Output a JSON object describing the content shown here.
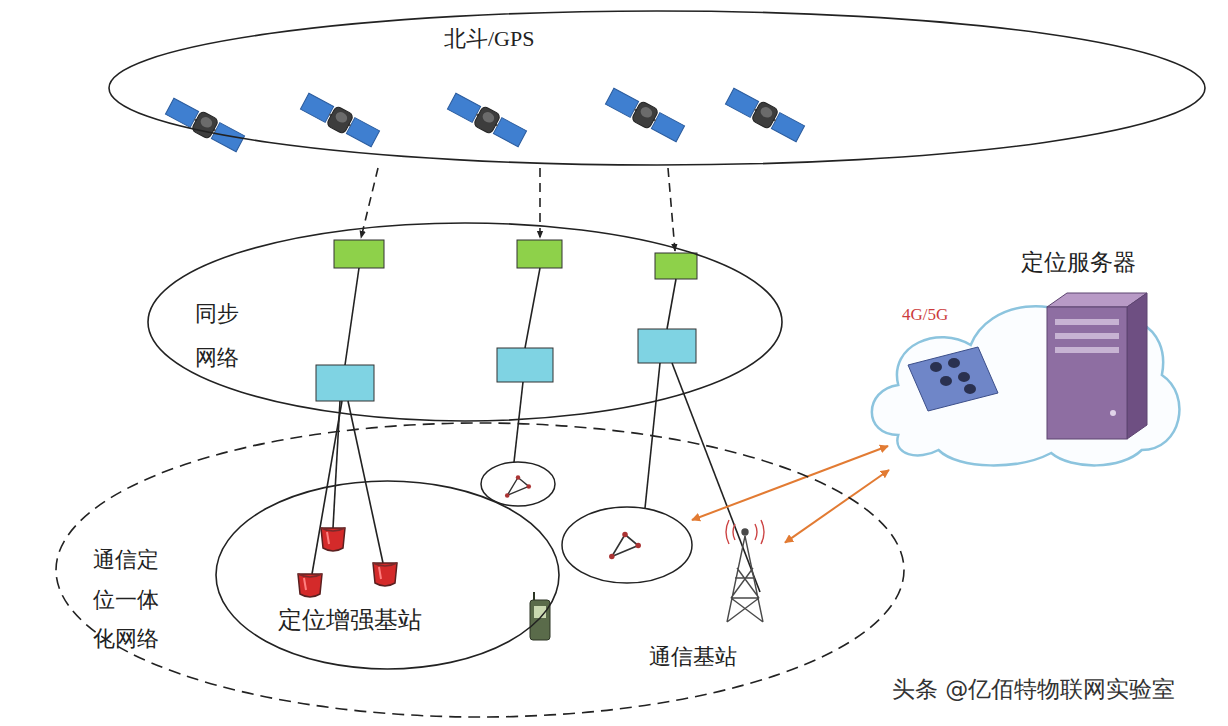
{
  "diagram": {
    "nodes": [
      {
        "text": [
          "北斗/GPS"
        ]
      },
      {
        "text": [
          "同步 网络"
        ]
      },
      {
        "text": [
          "通信定 位一体 化网络"
        ]
      },
      {
        "text": [
          "定位增强基站"
        ],
        "in": 2
      },
      {
        "text": [
          "4G/5G"
        ]
      },
      {
        "text": [
          "定位服务器"
        ],
        "in": 4
      },
      {
        "text": [
          "通信基站"
        ],
        "in": 2
      }
    ],
    "edges": [
      {
        "from": 6,
        "to": 4,
        "arrow": "both"
      }
    ],
    "labels": [
      "头条 @亿佰特物联网实验室"
    ]
  }
}
